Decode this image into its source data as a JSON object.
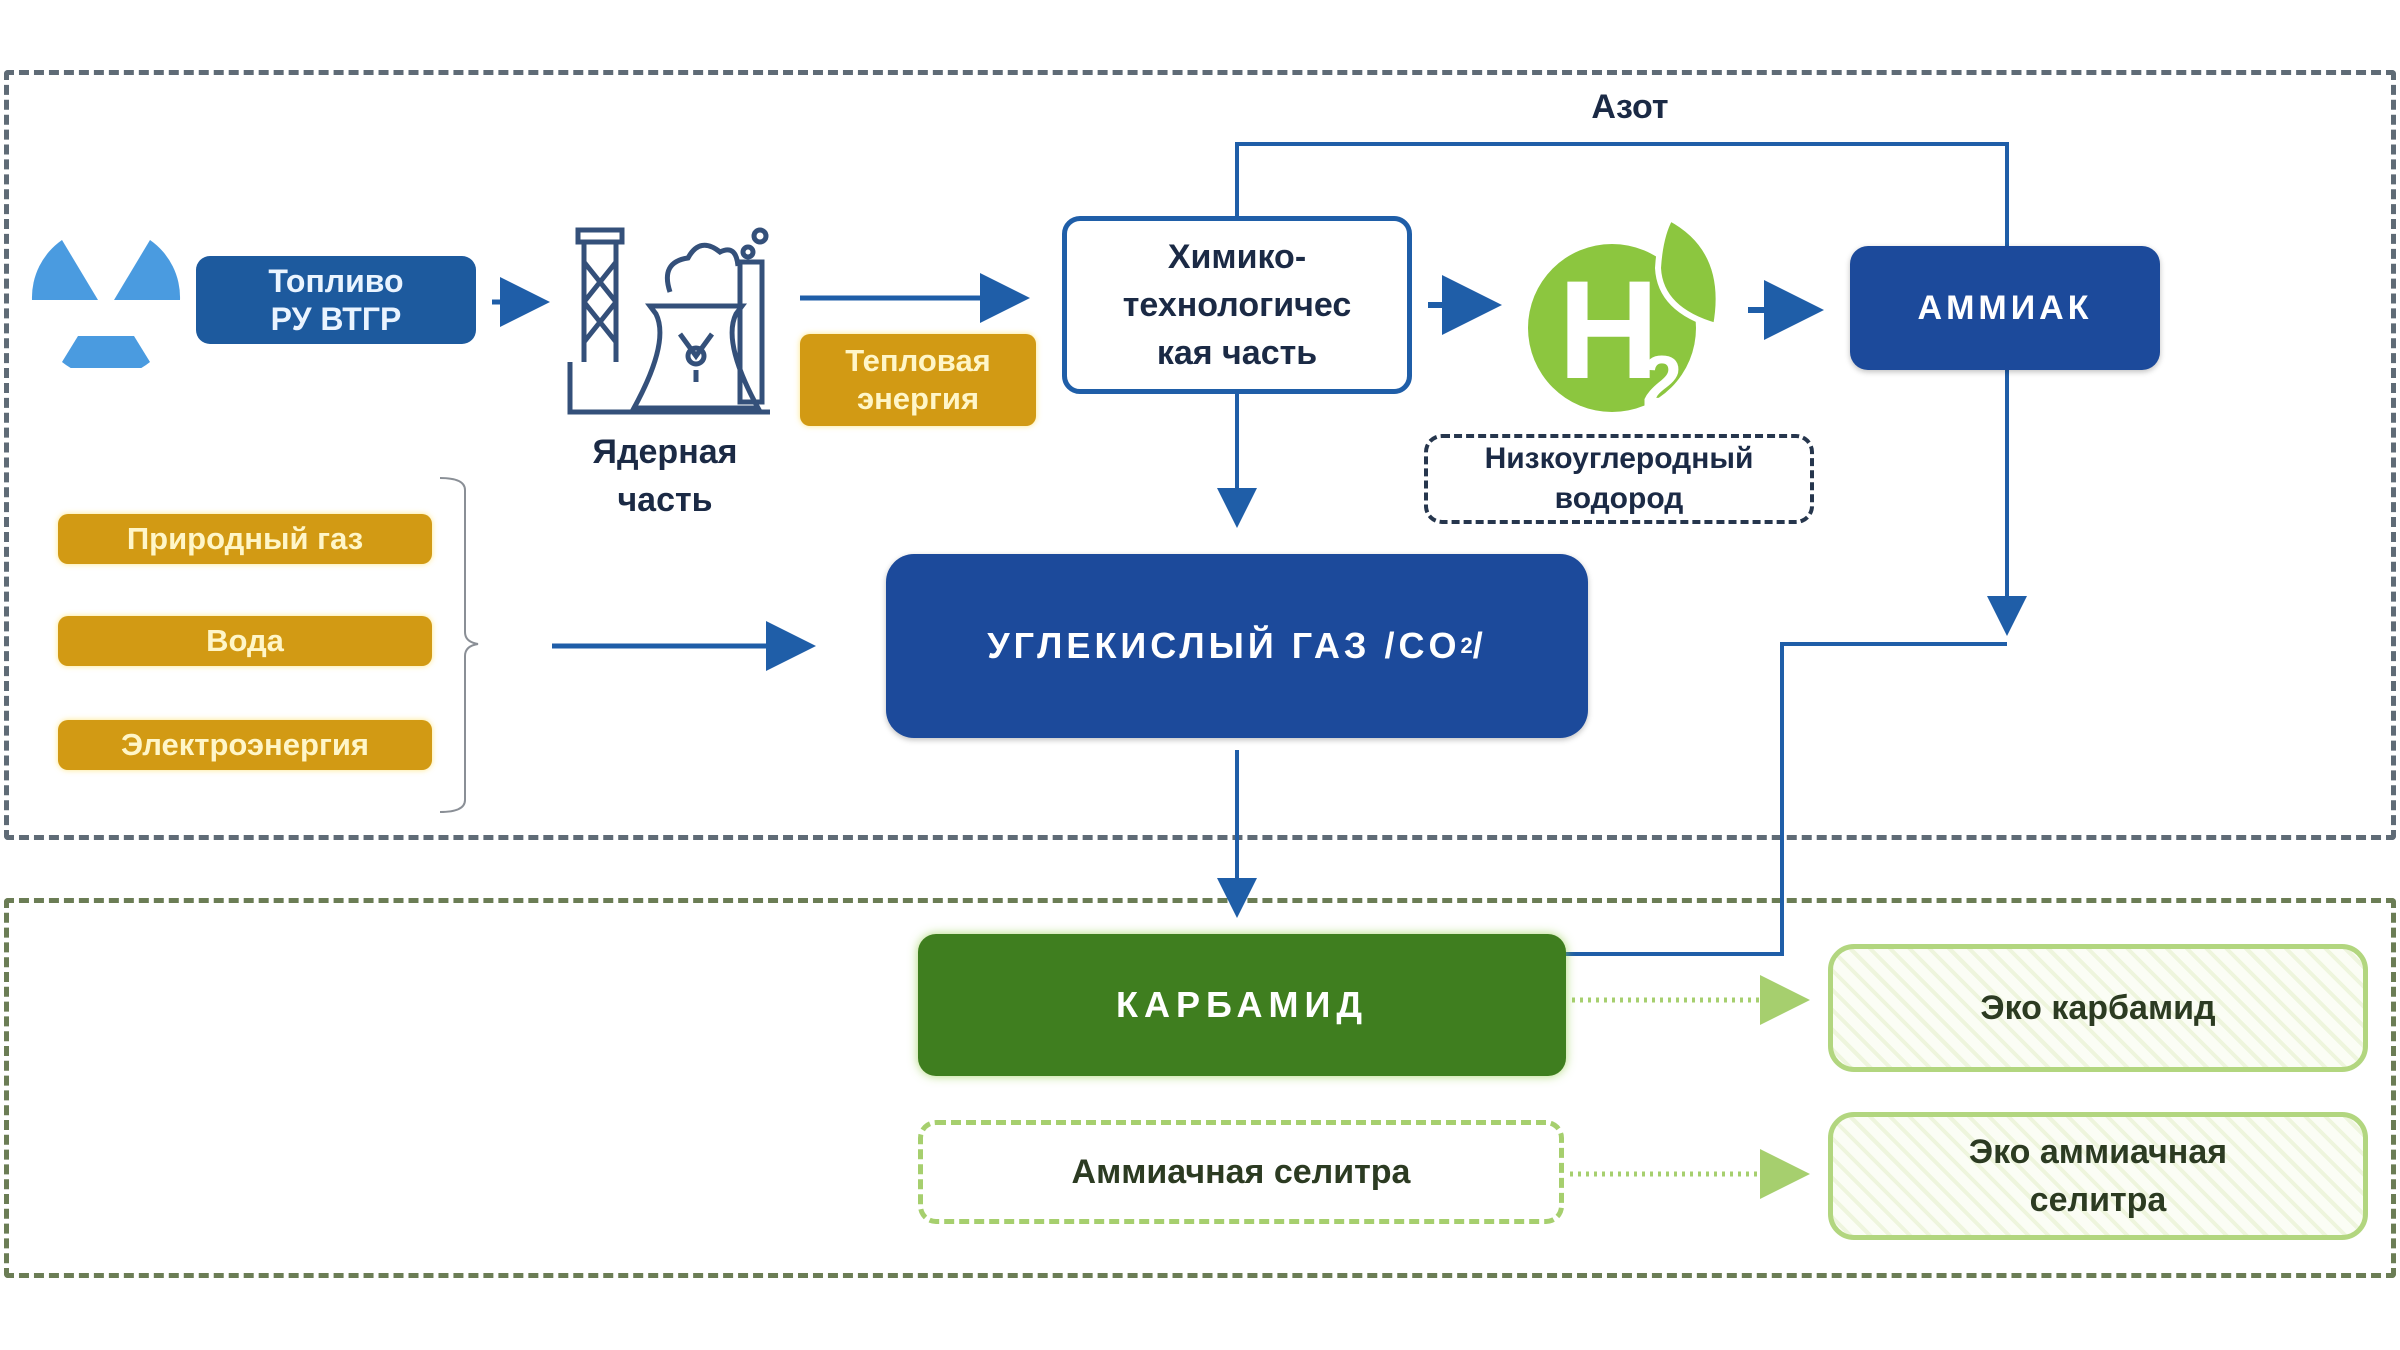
{
  "diagram": {
    "nitrogen_label": "Азот",
    "fuel": {
      "line1": "Топливо",
      "line2": "РУ ВТГР"
    },
    "nuclear_part": {
      "line1": "Ядерная",
      "line2": "часть"
    },
    "heat_energy": {
      "line1": "Тепловая",
      "line2": "энергия"
    },
    "chem_part": {
      "line1": "Химико-",
      "line2": "технологичес",
      "line3": "кая часть"
    },
    "hydrogen_icon": "H2",
    "hydrogen_label": {
      "line1": "Низкоуглеродный",
      "line2": "водород"
    },
    "ammonia": "АММИАК",
    "inputs": [
      "Природный газ",
      "Вода",
      "Электроэнергия"
    ],
    "co2": {
      "text": "УГЛЕКИСЛЫЙ ГАЗ /CO",
      "sub": "2",
      "tail": "/"
    },
    "urea": "КАРБАМИД",
    "ammonium_nitrate": "Аммиачная селитра",
    "eco_urea": "Эко карбамид",
    "eco_nitrate": {
      "line1": "Эко аммиачная",
      "line2": "селитра"
    }
  },
  "colors": {
    "navy": "#1c4a9b",
    "arrow_blue": "#1f5ea8",
    "gold": "#d29a14",
    "green_dark": "#3f7e1f",
    "green_light": "#8cc63f",
    "radiation_blue": "#4a9be0"
  }
}
